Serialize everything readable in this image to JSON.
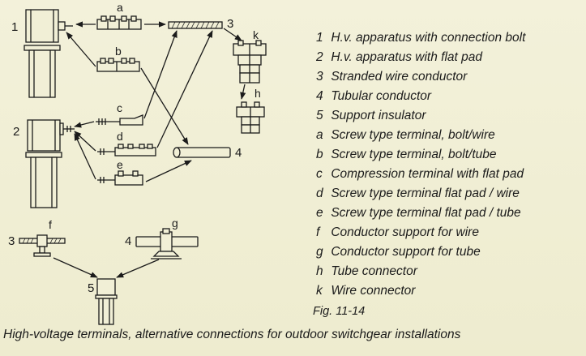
{
  "diagram": {
    "component_labels": {
      "c1": "1",
      "c2": "2",
      "c3_top": "3",
      "c3_bottom": "3",
      "c4_mid": "4",
      "c4_bottom": "4",
      "c5": "5",
      "a": "a",
      "b": "b",
      "c": "c",
      "d": "d",
      "e": "e",
      "f": "f",
      "g": "g",
      "h": "h",
      "k": "k"
    }
  },
  "legend": [
    {
      "key": "1",
      "text": "H.v. apparatus with connection bolt"
    },
    {
      "key": "2",
      "text": "H.v. apparatus with flat pad"
    },
    {
      "key": "3",
      "text": "Stranded wire conductor"
    },
    {
      "key": "4",
      "text": "Tubular conductor"
    },
    {
      "key": "5",
      "text": "Support insulator"
    },
    {
      "key": "a",
      "text": "Screw type terminal, bolt/wire"
    },
    {
      "key": "b",
      "text": "Screw type terminal, bolt/tube"
    },
    {
      "key": "c",
      "text": "Compression terminal with flat pad"
    },
    {
      "key": "d",
      "text": "Screw type terminal flat pad / wire"
    },
    {
      "key": "e",
      "text": "Screw type terminal flat pad / tube"
    },
    {
      "key": "f",
      "text": "Conductor support for wire"
    },
    {
      "key": "g",
      "text": "Conductor support for tube"
    },
    {
      "key": "h",
      "text": "Tube connector"
    },
    {
      "key": "k",
      "text": "Wire connector"
    }
  ],
  "figure_number": "Fig. 11-14",
  "caption": "High-voltage terminals, alternative connections for outdoor switchgear installations"
}
